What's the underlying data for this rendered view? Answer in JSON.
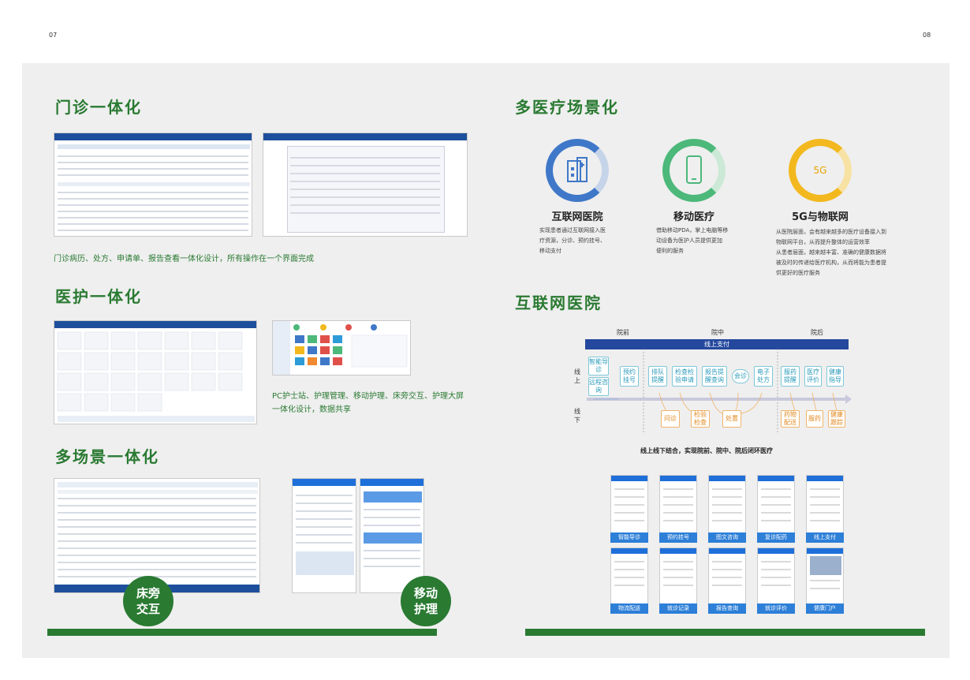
{
  "page_numbers": {
    "left": "07",
    "right": "08"
  },
  "sections": {
    "outpatient": {
      "title": "门诊一体化",
      "desc": "门诊病历、处方、申请单、报告查看一体化设计，所有操作在一个界面完成"
    },
    "nursing": {
      "title": "医护一体化",
      "desc_line1": "PC护士站、护理管理、移动护理、床旁交互、护理大屏",
      "desc_line2": "一体化设计，数据共享"
    },
    "multi_scene": {
      "title": "多场景一体化",
      "badge_bedside": "床旁交互",
      "badge_bedside_l1": "床旁",
      "badge_bedside_l2": "交互",
      "badge_mobile_l1": "移动",
      "badge_mobile_l2": "护理"
    },
    "scenarios": {
      "title": "多医疗场景化",
      "items": [
        {
          "title": "互联网医院",
          "desc": [
            "实现患者通过互联网接入医",
            "疗资源，分诊、预约挂号、",
            "移动支付"
          ],
          "icon": "hospital-icon",
          "color": "#3f78c8"
        },
        {
          "title": "移动医疗",
          "desc": [
            "借助移动PDA，掌上电脑等移",
            "动设备为医护人员提供更加",
            "便利的服务"
          ],
          "icon": "mobile-icon",
          "color": "#4cb87a"
        },
        {
          "title": "5G与物联网",
          "desc": [
            "从医院层面，会有越来越多的医疗设备接入到",
            "物联网平台，从而提升整体的运营效率",
            "从患者层面，越来越丰富、准确的健康数据将",
            "被及时的传递给医疗机构，从而将能为患者提",
            "供更好的医疗服务"
          ],
          "icon": "5g-icon",
          "icon_text": "5G",
          "color": "#f2b81e"
        }
      ]
    },
    "internet_hospital": {
      "title": "互联网医院",
      "phases": [
        "院前",
        "院中",
        "院后"
      ],
      "online_pay": "线上支付",
      "online_label": "线\n上",
      "offline_label": "线\n下",
      "online_steps": [
        "智能导诊",
        "远程咨询",
        "预约挂号",
        "排队提醒",
        "检查检验申请",
        "报告提醒查询",
        "会诊",
        "电子处方",
        "服药提醒",
        "医疗评价",
        "健康指导"
      ],
      "offline_steps": [
        "问诊",
        "检验检查",
        "处置",
        "药物配送",
        "服药",
        "健康跟踪"
      ],
      "caption": "线上线下结合，实现院前、院中、院后闭环医疗",
      "phones_row1": [
        "智能导诊",
        "预约挂号",
        "图文咨询",
        "复诊配药",
        "线上支付"
      ],
      "phones_row2": [
        "物流配送",
        "就诊记录",
        "报告查询",
        "就诊评价",
        "健康门户"
      ]
    }
  }
}
